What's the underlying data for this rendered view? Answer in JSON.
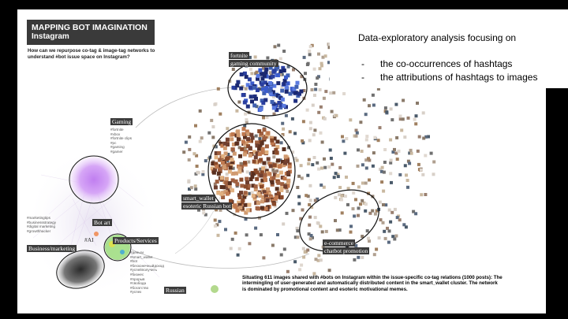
{
  "slide": {
    "title_line1": "MAPPING BOT IMAGINATION",
    "title_line2": "Instagram",
    "question": "How can we repurpose co-tag & image-tag networks to understand #bot issue space on Instagram?",
    "caption": "Situating 611 images shared with #bots on Instagram within the issue-specific co-tag relations (1000 posts): The intermingling of user-generated and automatically distributed content in the smart_wallet cluster. The network is dominated by promotional content and esoteric motivational memes."
  },
  "notes": {
    "heading": "Data-exploratory analysis focusing on",
    "items": [
      {
        "dash": "-",
        "text": "the co-occurrences of hashtags"
      },
      {
        "dash": "-",
        "text": "the attributions of hashtags to images"
      }
    ]
  },
  "labels": {
    "fortnite_1": "fortnite",
    "fortnite_2": "gaming community",
    "gaming": "Gaming",
    "smart_wallet_1": "smart_wallet",
    "smart_wallet_2": "esoteric Russian bot",
    "ecommerce_1": "e-commerce",
    "ecommerce_2": "chatbot promotion",
    "bot_art": "Bot art",
    "ai": "#AI",
    "products": "Products/Services",
    "business": "Business/marketing",
    "russian": "Russian"
  },
  "tags": {
    "gaming": "#fortnite\n#xbox\n#fortnite clips\n#pc\n#gaming\n#gamer",
    "marketing": "#marketingtips\n#businessstrategy\n#digital marketing\n#growthhacker",
    "russian": "#деньги\n#smart_wallet\n#bot\n#бесконечныйдоход\n#успейполучить\n#бизнес\n#прорыв\n#свобода\n#богатство\n#успех"
  },
  "colors": {
    "background": "#000000",
    "slide": "#ffffff",
    "titlebox": "#3a3a3a",
    "gaming_cluster": "#c98cf0",
    "business_cluster": "#555555",
    "products_cluster": "#66cc44",
    "label_bg": "#3c3c3c"
  }
}
